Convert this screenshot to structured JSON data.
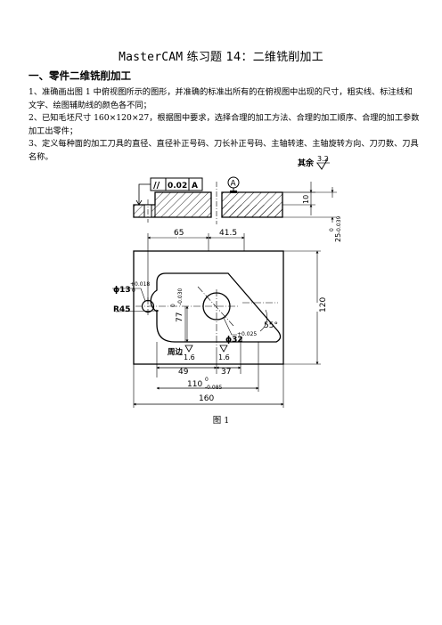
{
  "title": {
    "prefix": "MasterCAM",
    "rest": " 练习题 14：二维铣削加工"
  },
  "section_heading": "一、零件二维铣削加工",
  "instructions": [
    "1、准确画出图 1 中俯视图所示的图形，并准确的标准出所有的在俯视图中出现的尺寸，粗实线、标注线和文字、绘图辅助线的颜色各不同；",
    "2、已知毛坯尺寸 160×120×27，根据图中要求，选择合理的加工方法、合理的加工顺序、合理的加工参数加工出零件；",
    "3、定义每种面的加工刀具的直径、直径补正号码、刀长补正号码、主轴转速、主轴旋转方向、刀刃数、刀具名称。"
  ],
  "figure": {
    "caption": "图 1",
    "surface_note": "其余",
    "surface_value": "3.2",
    "flatness_symbol": "//",
    "tolerance_value": "0.02",
    "datum_ref": "A",
    "datum_label": "A",
    "dim_10": "10",
    "dim_25": "25",
    "dim_25_upper": "0",
    "dim_25_lower": "-0.039",
    "dim_65": "65",
    "dim_41_5": "41.5",
    "dim_phi13": "ϕ13",
    "dim_phi13_upper": "+0.018",
    "dim_phi13_lower": "0",
    "dim_r45": "R45",
    "dim_77": "77",
    "dim_77_upper": "0",
    "dim_77_lower": "-0.030",
    "dim_phi32": "ϕ32",
    "dim_phi32_upper": "+0.025",
    "dim_phi32_lower": "0",
    "dim_55deg": "55°",
    "dim_120": "120",
    "perimeter_label": "周边",
    "roughness_1": "1.6",
    "roughness_2": "1.6",
    "dim_49": "49",
    "dim_37": "37",
    "dim_110": "110",
    "dim_110_upper": "0",
    "dim_110_lower": "-0.085",
    "dim_160": "160"
  }
}
